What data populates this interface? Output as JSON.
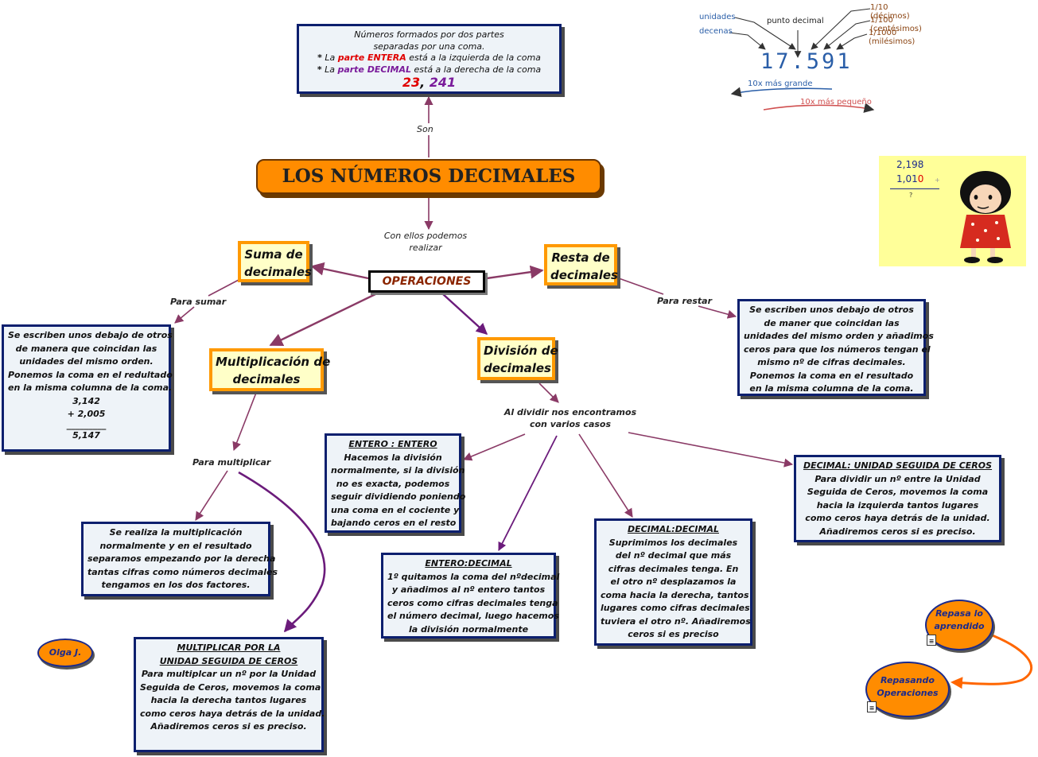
{
  "colors": {
    "box_border": "#0c1f6e",
    "box_fill": "#eef3f8",
    "yellow_fill": "#ffffc8",
    "orange": "#ff8c00",
    "arrow": "#8a3a66",
    "purple": "#7a1b9b"
  },
  "title": "LOS NÚMEROS DECIMALES",
  "definition": {
    "line1": "Números formados por dos partes",
    "line2": "separadas por una coma.",
    "l3_pre": "La ",
    "l3_key": "parte  ENTERA",
    "l3_post": "  está a la izquierda de la coma",
    "l4_pre": "La ",
    "l4_key": "parte DECIMAL",
    "l4_post": "  está a la derecha de la coma",
    "star": "*",
    "ex_int": "23",
    "ex_comma": ",",
    "ex_dec": "241"
  },
  "link_son": "Son",
  "link_ops": [
    "Con ellos podemos",
    "realizar"
  ],
  "operaciones": "OPERACIONES",
  "suma": {
    "title": [
      "Suma de",
      "decimales"
    ],
    "link": "Para sumar",
    "text": [
      "Se escriben unos debajo de otros",
      "de manera que coincidan las",
      "unidades del mismo orden.",
      "Ponemos la coma en el redultado",
      "en la misma columna de la coma.",
      "3,142",
      "+ 2,005",
      "_________",
      "5,147"
    ]
  },
  "resta": {
    "title": [
      "Resta de",
      "decimales"
    ],
    "link": "Para restar",
    "text": [
      "Se escriben unos debajo de otros",
      "de maner que coincidan las",
      "unidades del mismo orden y añadimos",
      "ceros para que los números tengan el",
      "mismo nº de cifras decimales.",
      "Ponemos la coma en el resultado",
      "en la misma columna de la coma."
    ]
  },
  "multiplicacion": {
    "title": [
      "Multiplicación de",
      "decimales"
    ],
    "link": "Para multiplicar",
    "text": [
      "Se realiza la multiplicación",
      "normalmente y en el resultado",
      "separamos empezando por la derecha",
      "tantas cifras como números decimales",
      "tengamos en los dos factores."
    ],
    "special_title": [
      "MULTIPLICAR POR LA",
      "UNIDAD SEGUIDA DE CEROS"
    ],
    "special_text": [
      "Para multiplcar un nº por la Unidad",
      "Seguida de Ceros, movemos la coma",
      "hacia la derecha tantos lugares",
      "como ceros haya detrás de la unidad.",
      "Añadiremos ceros si es preciso."
    ]
  },
  "division": {
    "title": [
      "División de",
      "decimales"
    ],
    "link": [
      "Al dividir nos encontramos",
      "con varios casos"
    ],
    "entero_entero": {
      "title": "ENTERO : ENTERO",
      "text": [
        "Hacemos la división",
        "normalmente, si la división",
        "no es exacta, podemos",
        "seguir dividiendo poniendo",
        "una coma en el cociente y",
        "bajando ceros en el resto"
      ]
    },
    "entero_decimal": {
      "title": "ENTERO:DECIMAL",
      "text": [
        "1º quitamos la coma del nºdecimal",
        "y añadimos al nº entero tantos",
        "ceros como cifras decimales tenga",
        "el número decimal, luego hacemos",
        "la división normalmente"
      ]
    },
    "decimal_decimal": {
      "title": "DECIMAL:DECIMAL",
      "text": [
        "Suprimimos los decimales",
        "del nº decimal que más",
        "cifras decimales tenga. En",
        "el otro nº desplazamos la",
        "coma hacia la derecha, tantos",
        "lugares como cifras decimales",
        "tuviera el otro nº. Añadiremos",
        "ceros si es preciso"
      ]
    },
    "decimal_unidad": {
      "title": "DECIMAL: UNIDAD SEGUIDA DE CEROS",
      "text": [
        "Para dividir un nº entre la Unidad",
        "Seguida de Ceros, movemos la coma",
        "hacia la izquierda tantos lugares",
        "como ceros haya detrás de la unidad.",
        "Añadiremos ceros si es preciso."
      ]
    }
  },
  "place_value": {
    "number": "17.591",
    "unidades": "unidades",
    "decenas": "decenas",
    "punto": "punto decimal",
    "decimos": "1/10 (décimos)",
    "centesimos": "1/100 (centésimos)",
    "milesimos": "1/1000 (milésimos)",
    "mas_grande": "10x más grande",
    "mas_pequeno": "10x más pequeño"
  },
  "illustration": {
    "n1": "2,198",
    "n2a": "1,01",
    "n2b": "0",
    "plus": "+",
    "result": "?"
  },
  "author": "Olga J.",
  "repasa": [
    "Repasa lo",
    "aprendido"
  ],
  "repasando": [
    "Repasando",
    "Operaciones"
  ]
}
